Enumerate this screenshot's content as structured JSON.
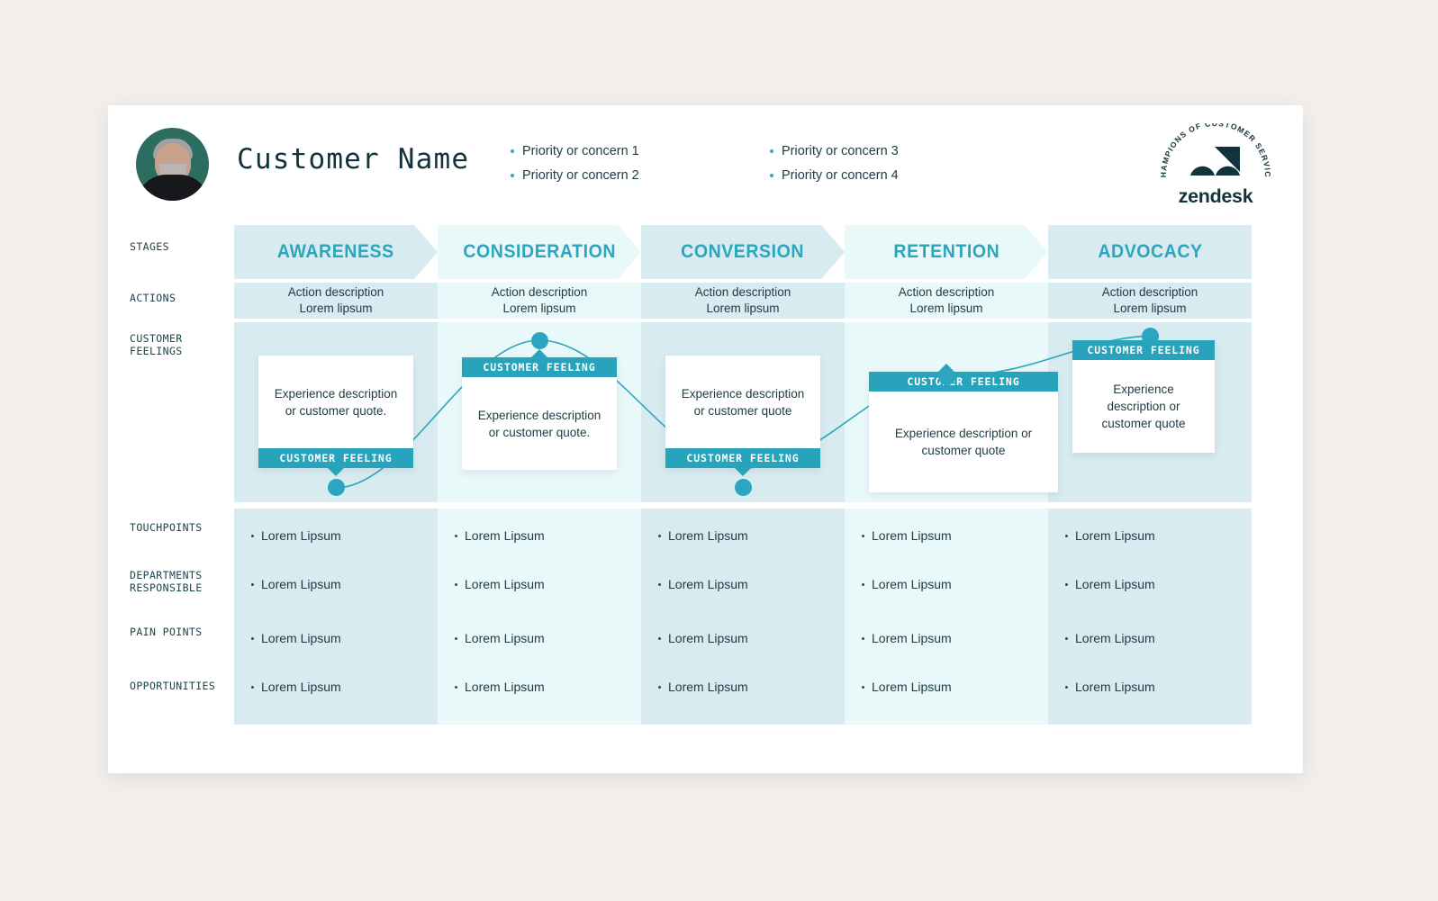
{
  "page": {
    "background": "#f2efec",
    "board_background": "#ffffff",
    "accent_teal": "#27a3bb",
    "stage_text_color": "#2ca6be",
    "column_tint_a": "#d7ebf0",
    "column_tint_b": "#e9f9fa",
    "text_color": "#1c3b44"
  },
  "header": {
    "avatar_name": "customer-avatar",
    "customer_name": "Customer Name",
    "priorities_left": [
      "Priority or concern 1",
      "Priority or concern 2"
    ],
    "priorities_right": [
      "Priority or concern 3",
      "Priority or concern 4"
    ],
    "logo": {
      "arc_text": "CHAMPIONS OF CUSTOMER SERVICE",
      "wordmark": "zendesk"
    }
  },
  "row_labels": {
    "stages": "STAGES",
    "actions": "ACTIONS",
    "customer_feelings": "CUSTOMER\nFEELINGS",
    "touchpoints": "TOUCHPOINTS",
    "departments": "DEPARTMENTS\nRESPONSIBLE",
    "pain_points": "PAIN POINTS",
    "opportunities": "OPPORTUNITIES"
  },
  "stages": [
    {
      "name": "AWARENESS",
      "action_line1": "Action description",
      "action_line2": "Lorem lipsum"
    },
    {
      "name": "CONSIDERATION",
      "action_line1": "Action description",
      "action_line2": "Lorem lipsum"
    },
    {
      "name": "CONVERSION",
      "action_line1": "Action description",
      "action_line2": "Lorem lipsum"
    },
    {
      "name": "RETENTION",
      "action_line1": "Action description",
      "action_line2": "Lorem lipsum"
    },
    {
      "name": "ADVOCACY",
      "action_line1": "Action description",
      "action_line2": "Lorem lipsum"
    }
  ],
  "feelings": [
    {
      "badge": "CUSTOMER FEELING",
      "quote": "Experience description or customer quote.",
      "badge_position": "bottom"
    },
    {
      "badge": "CUSTOMER FEELING",
      "quote": "Experience description or customer quote.",
      "badge_position": "top"
    },
    {
      "badge": "CUSTOMER FEELING",
      "quote": "Experience description or customer quote",
      "badge_position": "bottom"
    },
    {
      "badge": "CUSTOMER FEELING",
      "quote": "Experience description or customer quote",
      "badge_position": "top"
    },
    {
      "badge": "CUSTOMER FEELING",
      "quote": "Experience description or customer quote",
      "badge_position": "top"
    }
  ],
  "bottom_rows": {
    "touchpoints": [
      "Lorem Lipsum",
      "Lorem Lipsum",
      "Lorem Lipsum",
      "Lorem Lipsum",
      "Lorem Lipsum"
    ],
    "departments": [
      "Lorem Lipsum",
      "Lorem Lipsum",
      "Lorem Lipsum",
      "Lorem Lipsum",
      "Lorem Lipsum"
    ],
    "pain_points": [
      "Lorem Lipsum",
      "Lorem Lipsum",
      "Lorem Lipsum",
      "Lorem Lipsum",
      "Lorem Lipsum"
    ],
    "opportunities": [
      "Lorem Lipsum",
      "Lorem Lipsum",
      "Lorem Lipsum",
      "Lorem Lipsum",
      "Lorem Lipsum"
    ]
  }
}
